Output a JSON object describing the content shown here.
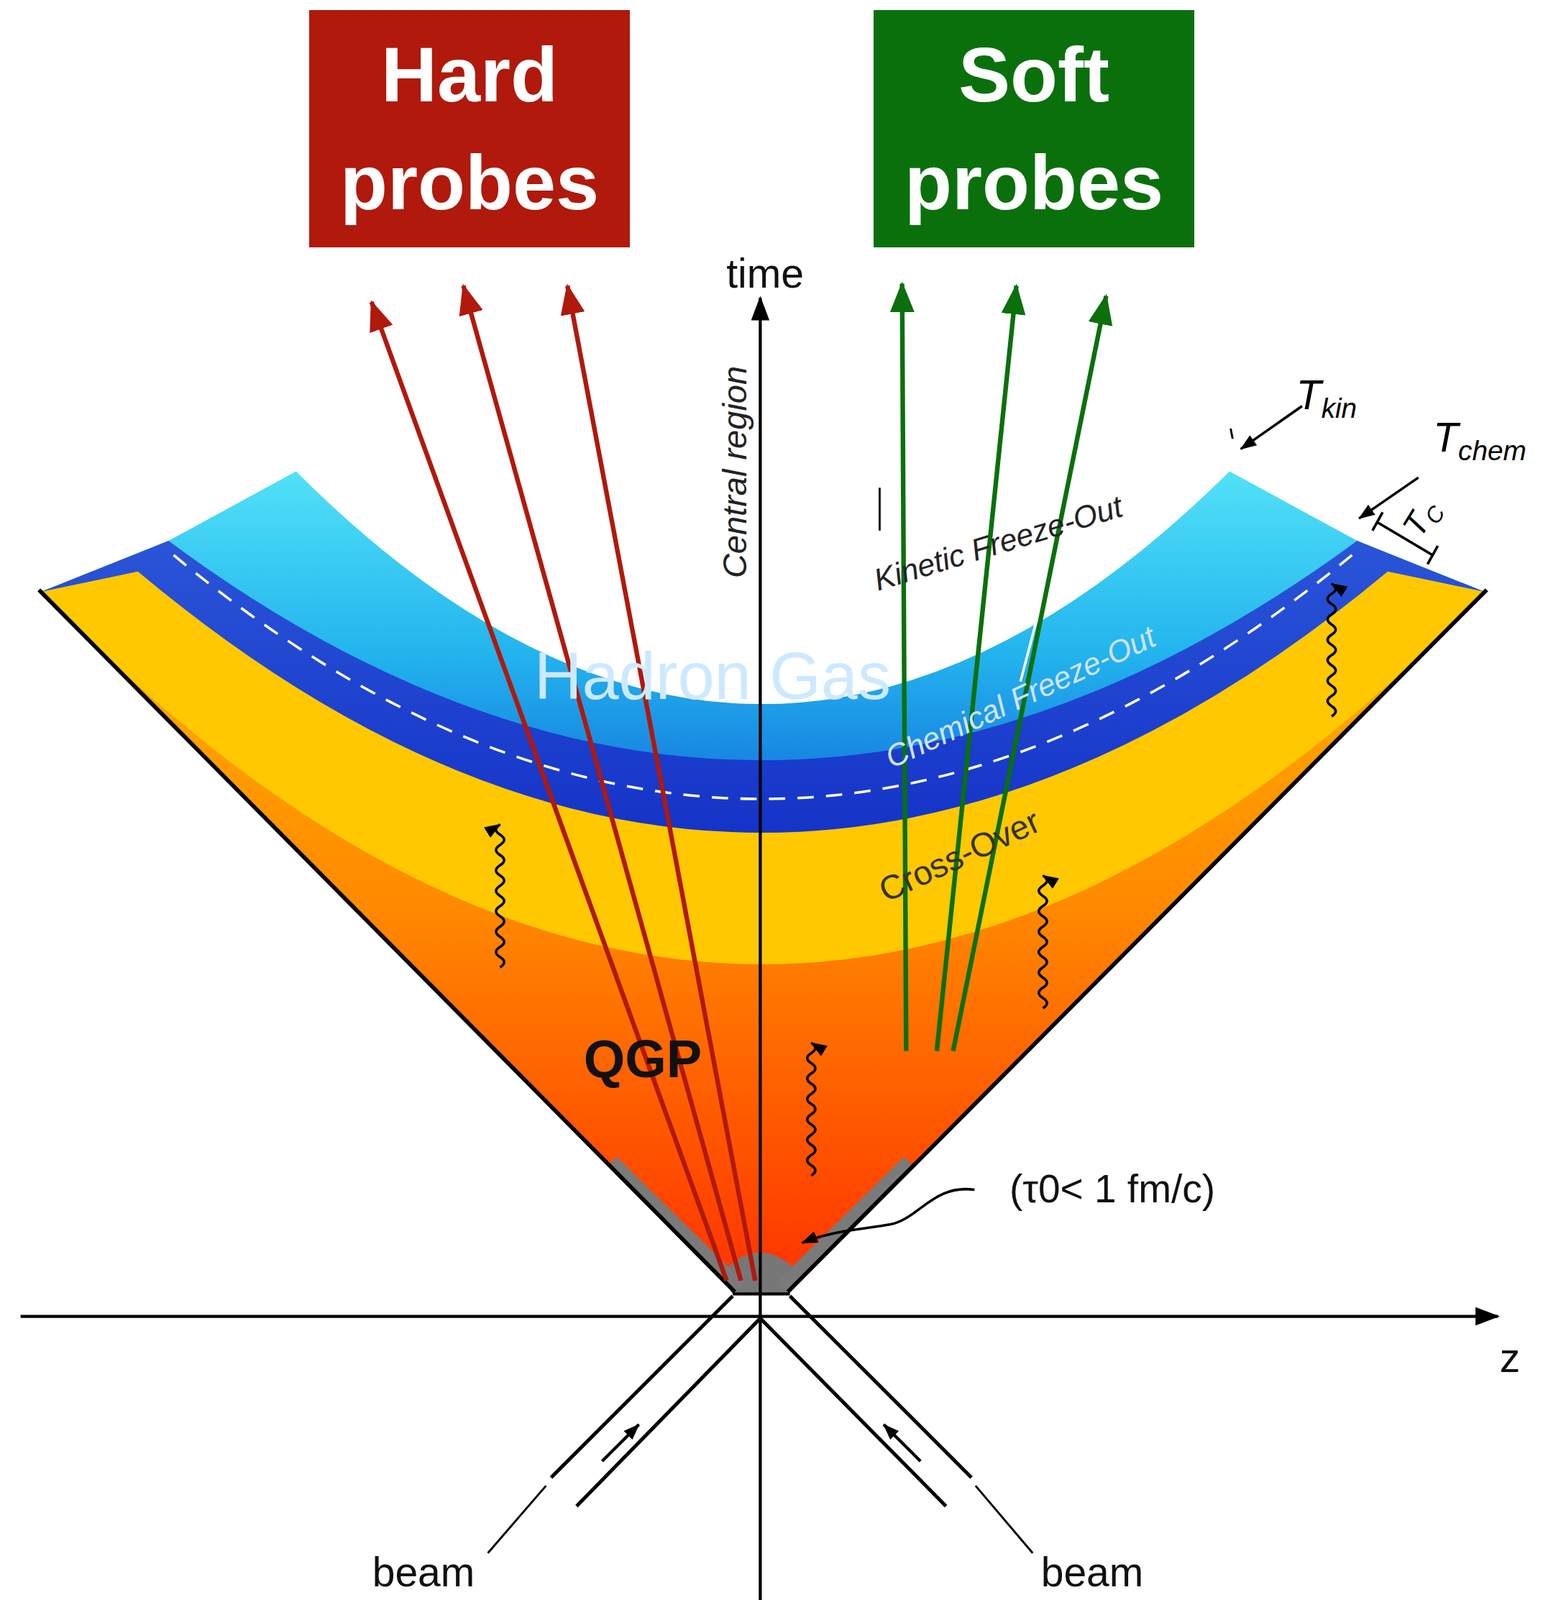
{
  "diagram": {
    "nodes": [
      {
        "text": [
          "Hard probes"
        ]
      },
      {
        "text": [
          "Soft probes"
        ]
      }
    ],
    "labels": [
      "time",
      "Central region",
      "T",
      "kin",
      "T",
      "chem",
      "T",
      "C",
      "Kinetic Freeze-Out",
      "Hadron Gas",
      "Chemical Freeze-Out",
      "Cross-Over",
      "QGP",
      "(τ0< 1 fm/c)",
      "z",
      "beam",
      "beam"
    ]
  }
}
